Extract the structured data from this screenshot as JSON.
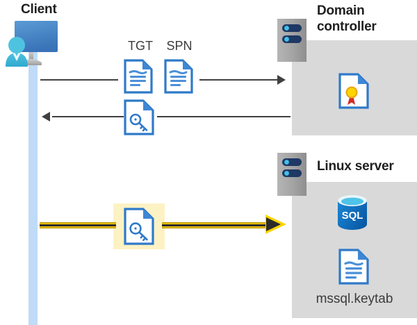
{
  "diagram": {
    "title_client": "Client",
    "title_domain_controller": "Domain controller",
    "title_linux_server": "Linux server",
    "label_tgt": "TGT",
    "label_spn": "SPN",
    "label_keytab": "mssql.keytab",
    "sql_label": "SQL",
    "colors": {
      "panel_gray": "#d9d9d9",
      "server_gray": "#9e9e9e",
      "lifeline_blue": "#bfdbf7",
      "doc_blue": "#2f7ac9",
      "accent_yellow": "#ffd400",
      "highlight_yellow": "#fdf2c4",
      "arrow_black": "#404040",
      "sql_blue": "#0f6cbd",
      "seal_red": "#d42b27",
      "seal_yellow": "#ffd400",
      "text_dark": "#1f1f1f"
    },
    "icons": {
      "client": "user-monitor-icon",
      "tgt_doc": "document-text-icon",
      "spn_doc": "document-text-icon",
      "ticket_key_doc": "document-key-icon",
      "service_key_doc": "document-key-icon",
      "certificate": "document-certificate-icon",
      "database": "sql-database-icon",
      "keytab_doc": "document-text-icon",
      "domain_controller_server": "server-rack-icon",
      "linux_server": "server-rack-icon",
      "request_arrow": "arrow-right-icon",
      "response_arrow": "arrow-left-icon",
      "auth_arrow": "arrow-right-yellow-icon"
    }
  }
}
